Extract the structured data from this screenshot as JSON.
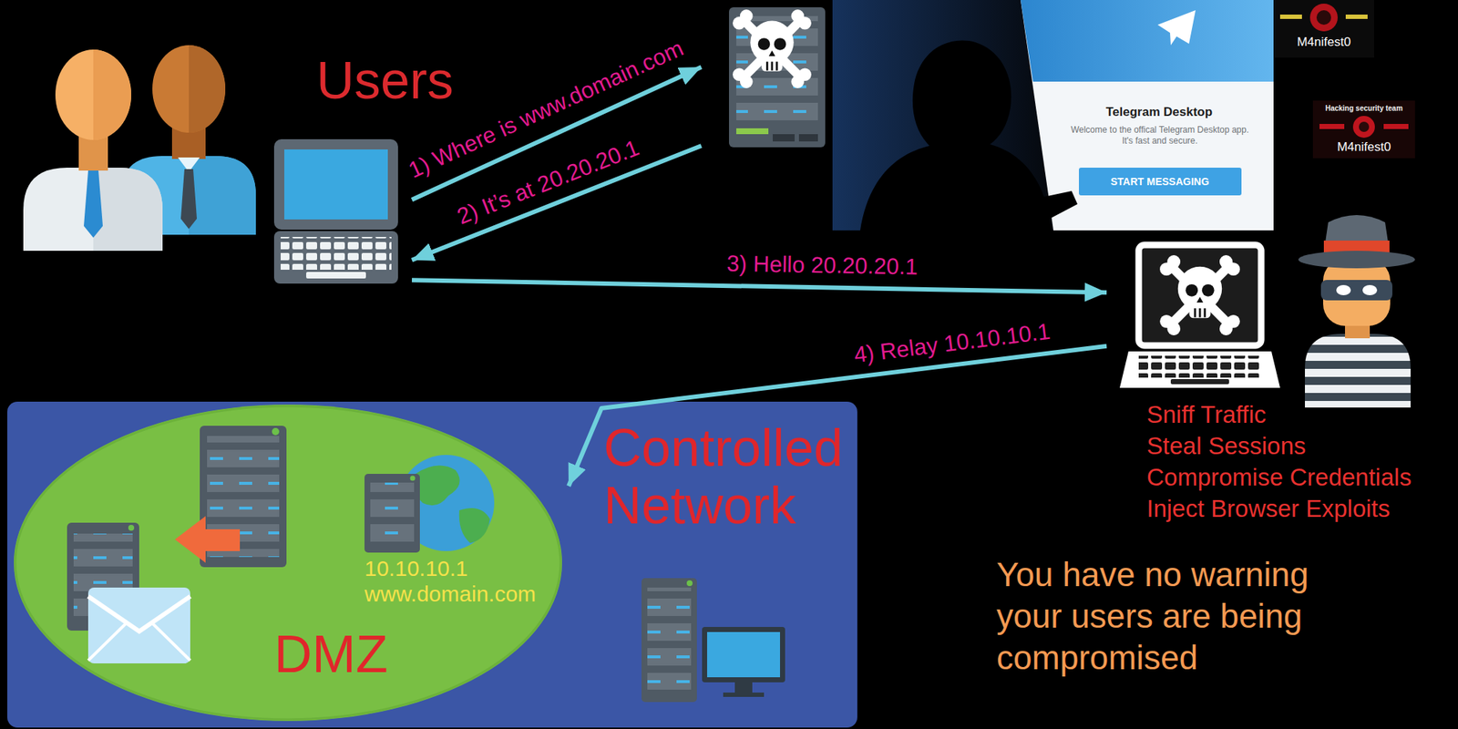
{
  "diagram": {
    "nodes": [
      {
        "text": [
          "Users"
        ]
      },
      {
        "text": []
      },
      {
        "text": [
          "Sniff Traffic",
          "Steal Sessions",
          "Compromise Credentials",
          "Inject Browser Exploits"
        ]
      },
      {
        "text": [
          "Controlled Network"
        ]
      },
      {
        "text": [
          "DMZ"
        ],
        "in": 3
      },
      {
        "text": [
          "10.10.10.1 www.domain.com"
        ],
        "in": 4
      }
    ],
    "edges": [
      {
        "from": 0,
        "to": 1,
        "label": "1) Where is www.domain.com",
        "arrow": "to"
      },
      {
        "from": 1,
        "to": 0,
        "label": "2) It’s at 20.20.20.1",
        "arrow": "to"
      },
      {
        "from": 0,
        "to": 2,
        "label": "3) Hello 20.20.20.1",
        "arrow": "to"
      },
      {
        "from": 2,
        "to": 5,
        "label": "4) Relay 10.10.10.1",
        "arrow": "to"
      }
    ],
    "labels": [
      "Telegram Desktop",
      "Welcome to the offical Telegram Desktop app. It's fast and secure.",
      "START MESSAGING",
      "M4nifest0",
      "Hacking security team",
      "M4nifest0",
      "You have no warning your users are being compromised"
    ]
  }
}
